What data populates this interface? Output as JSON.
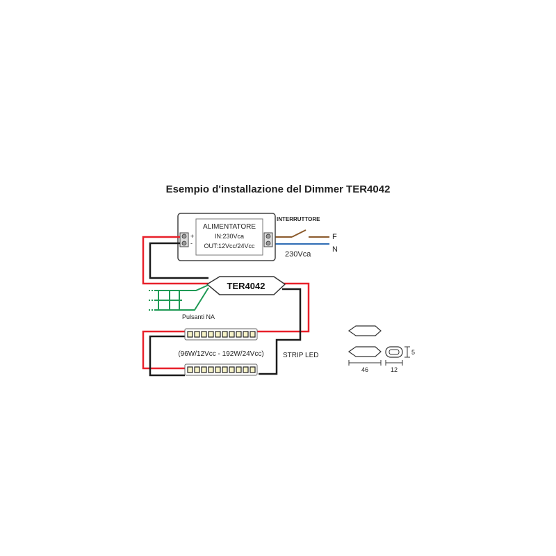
{
  "title": "Esempio d'installazione del Dimmer TER4042",
  "power_supply": {
    "name": "ALIMENTATORE",
    "input": "IN:230Vca",
    "output": "OUT:12Vcc/24Vcc",
    "plus": "+",
    "minus": "-"
  },
  "switch": {
    "label": "INTERRUTTORE",
    "phase": "F",
    "neutral": "N",
    "voltage": "230Vca"
  },
  "dimmer": {
    "label": "TER4042"
  },
  "buttons": {
    "label": "Pulsanti NA"
  },
  "strip": {
    "label": "STRIP LED",
    "power": "(96W/12Vcc - 192W/24Vcc)"
  },
  "dimensions": {
    "length": "46",
    "width": "12",
    "height": "5"
  },
  "colors": {
    "positive_wire": "#e8202a",
    "negative_wire": "#1a1a1a",
    "phase_wire": "#8b5a2b",
    "neutral_wire": "#2f6db5",
    "button_wire": "#1f9a55"
  }
}
